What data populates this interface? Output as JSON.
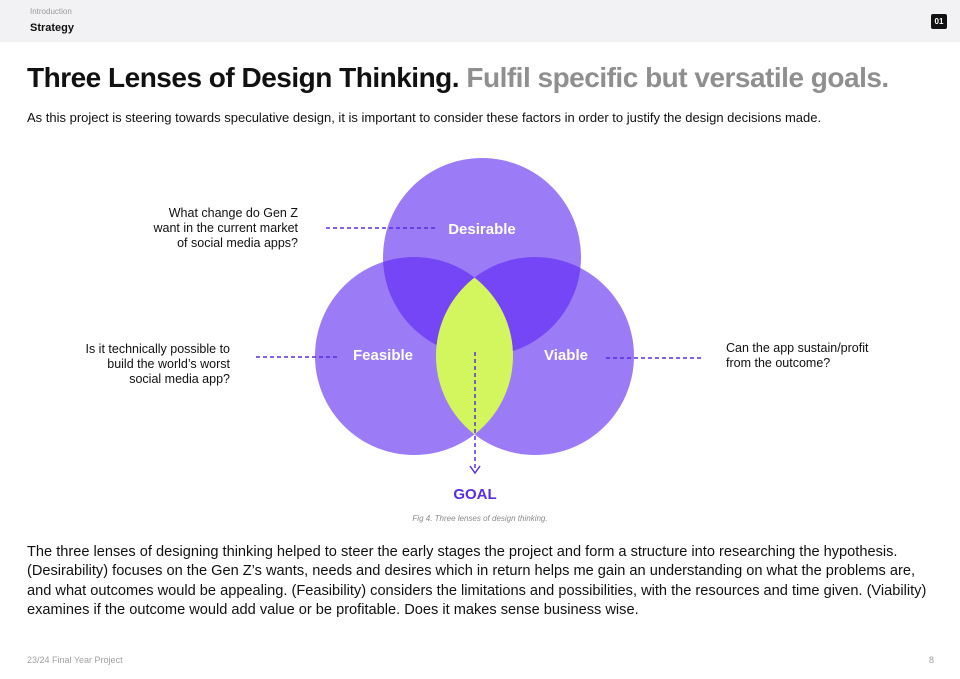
{
  "header": {
    "section": "Introduction",
    "subsection": "Strategy",
    "page_badge": "01"
  },
  "title": {
    "main": "Three Lenses of Design Thinking.",
    "sub": "Fulfil specific but versatile goals."
  },
  "lead": "As this project is steering towards speculative design, it is important to consider these factors in order to justify the design decisions made.",
  "diagram": {
    "circles": {
      "desirable": "Desirable",
      "feasible": "Feasible",
      "viable": "Viable"
    },
    "goal": "GOAL",
    "questions": {
      "desirable": [
        "What change do Gen Z",
        "want in the current market",
        "of social media apps?"
      ],
      "feasible": [
        "Is it technically possible to",
        "build the world’s worst",
        "social media app?"
      ],
      "viable": [
        "Can the app sustain/profit",
        "from the outcome?"
      ]
    },
    "caption": "Fig 4. Three lenses of design thinking.",
    "colors": {
      "circle": "#9b7cf6",
      "overlap": "#7446f5",
      "center": "#d3f55e",
      "accent": "#5a2de0"
    }
  },
  "body": "The three lenses of designing thinking helped to steer the early stages the project and form a structure into researching the hypothesis. (Desirability) focuses on the Gen Z’s wants, needs and desires which in return helps me gain an understanding on what the problems are, and what outcomes would be appealing. (Feasibility) considers the limitations and possibilities, with the resources and time given. (Viability) examines if the outcome would add value or be profitable. Does it makes sense business wise.",
  "footer": {
    "project": "23/24 Final Year Project",
    "page_number": "8"
  }
}
